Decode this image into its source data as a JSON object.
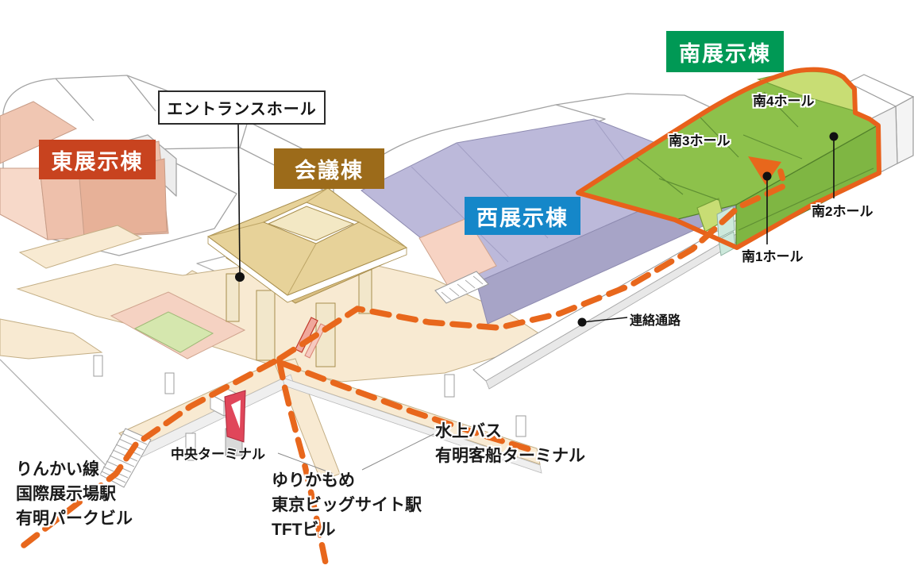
{
  "map": {
    "buildings": {
      "east": {
        "label": "東展示棟",
        "color": "#c8431f"
      },
      "conference": {
        "label": "会議棟",
        "color": "#9c6b1a"
      },
      "west": {
        "label": "西展示棟",
        "color": "#1587c9"
      },
      "south": {
        "label": "南展示棟",
        "color": "#009955"
      },
      "entrance_hall": {
        "label": "エントランスホール"
      }
    },
    "south_halls": [
      {
        "label": "南1ホール"
      },
      {
        "label": "南2ホール"
      },
      {
        "label": "南3ホール"
      },
      {
        "label": "南4ホール"
      }
    ],
    "callouts": {
      "corridor": "連絡通路",
      "central_terminal": "中央ターミナル"
    },
    "access_points": {
      "rinkai": [
        "りんかい線",
        "国際展示場駅",
        "有明パークビル"
      ],
      "yurikamome": [
        "ゆりかもめ",
        "東京ビッグサイト駅",
        "TFTビル"
      ],
      "water_bus": [
        "水上バス",
        "有明客船ターミナル"
      ]
    },
    "colors": {
      "route": "#e8611b",
      "south_building": "#8dc14b",
      "west_building": "#b5b2d4",
      "conference_building": "#e7d299",
      "east_building": "#eec0ab"
    }
  }
}
